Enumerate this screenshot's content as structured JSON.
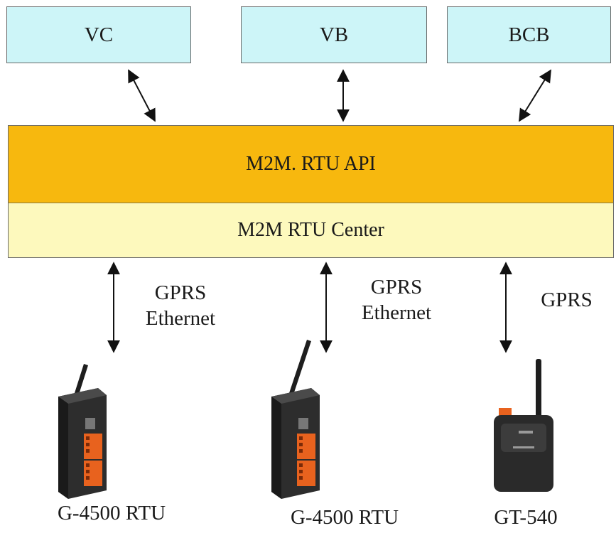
{
  "languages": [
    {
      "label": "VC"
    },
    {
      "label": "VB"
    },
    {
      "label": "BCB"
    }
  ],
  "layers": {
    "api": "M2M. RTU API",
    "center": "M2M RTU Center"
  },
  "links": [
    {
      "line1": "GPRS",
      "line2": "Ethernet"
    },
    {
      "line1": "GPRS",
      "line2": "Ethernet"
    },
    {
      "line1": "GPRS"
    }
  ],
  "devices": [
    {
      "label": "G-4500 RTU"
    },
    {
      "label": "G-4500 RTU"
    },
    {
      "label": "GT-540"
    }
  ],
  "colors": {
    "language_box": "#cdf5f8",
    "api_layer": "#f7b80e",
    "center_layer": "#fdf9bd",
    "device_accent": "#e8621e"
  }
}
